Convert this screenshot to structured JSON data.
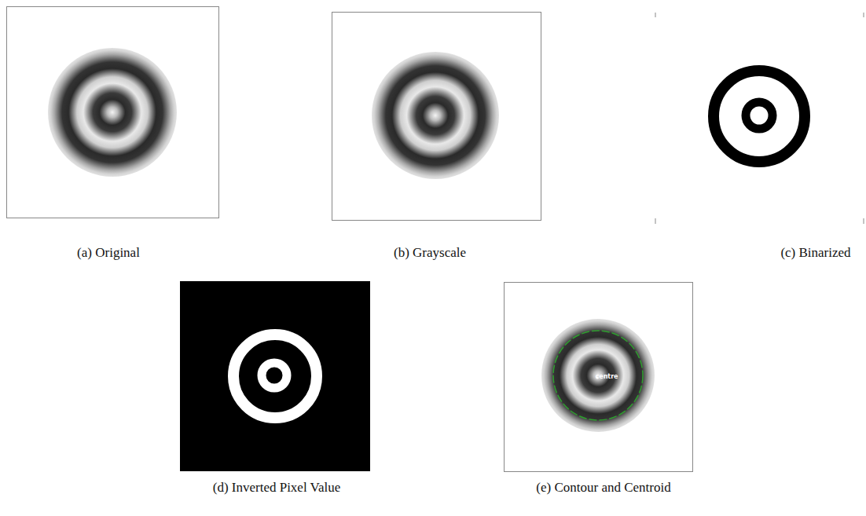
{
  "diagram": {
    "labels": [
      "(a) Original",
      "(b) Grayscale",
      "(c) Binarized",
      "(d) Inverted Pixel Value",
      "(e) Contour and Centroid",
      "centre"
    ]
  }
}
